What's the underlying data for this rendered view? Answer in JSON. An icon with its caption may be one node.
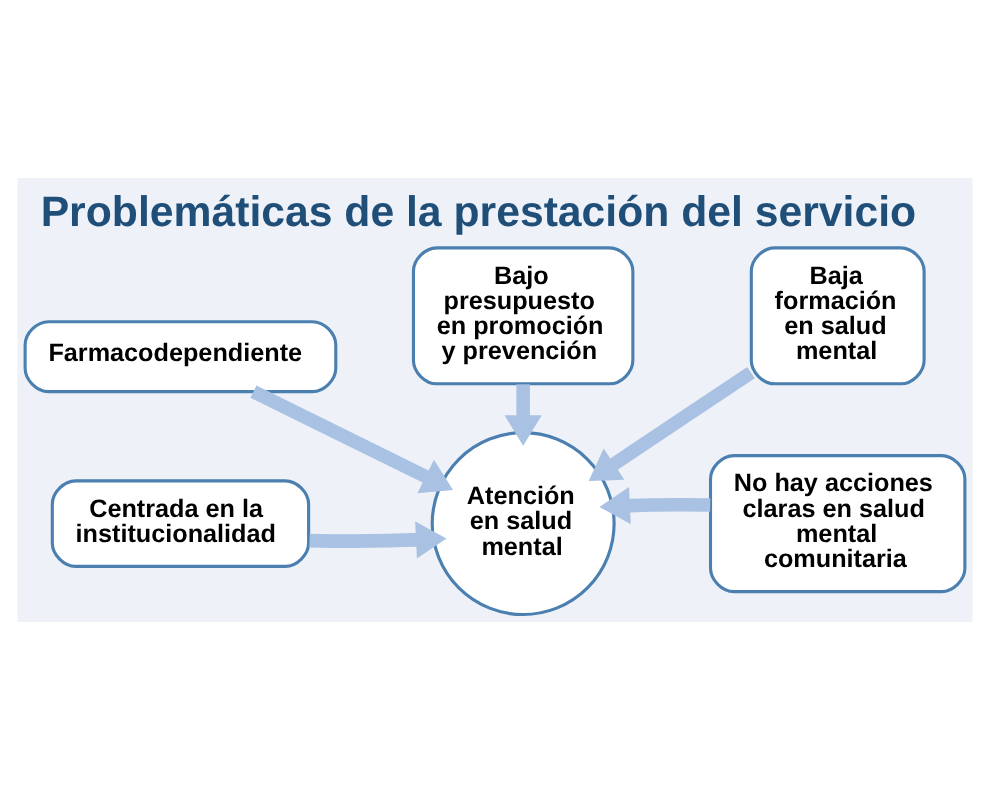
{
  "diagram": {
    "title": "Problemáticas de la prestación del servicio",
    "nodes": [
      {
        "text": [
          "Farmacodependiente"
        ]
      },
      {
        "text": [
          "Bajo presupuesto en promoción y prevención"
        ]
      },
      {
        "text": [
          "Baja formación en salud mental"
        ]
      },
      {
        "text": [
          "Centrada en la institucionalidad"
        ]
      },
      {
        "text": [
          "Atención en salud mental"
        ]
      },
      {
        "text": [
          "No hay acciones claras en salud mental comunitaria"
        ]
      }
    ],
    "edges": [
      {
        "from": 0,
        "to": 4,
        "arrow": "to"
      },
      {
        "from": 1,
        "to": 4,
        "arrow": "to"
      },
      {
        "from": 2,
        "to": 4,
        "arrow": "to"
      },
      {
        "from": 3,
        "to": 4,
        "arrow": "to"
      },
      {
        "from": 5,
        "to": 4,
        "arrow": "to"
      }
    ]
  }
}
